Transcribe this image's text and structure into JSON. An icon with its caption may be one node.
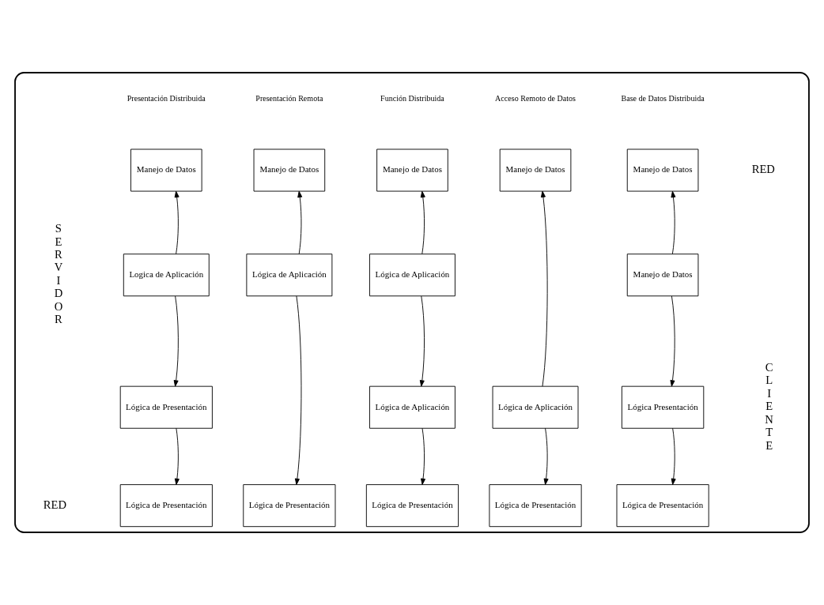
{
  "diagram": {
    "nodes": [
      {
        "text": [],
        "shape": "box"
      },
      {
        "text": [
          "Manejo de Datos"
        ],
        "in": 0
      },
      {
        "text": [
          "Logica de Aplicación"
        ],
        "in": 0
      },
      {
        "text": [
          "Lógica de Presentación"
        ],
        "in": 0
      },
      {
        "text": [
          "Lógica de Presentación"
        ],
        "in": 0
      },
      {
        "text": [
          "Manejo de Datos"
        ],
        "in": 0
      },
      {
        "text": [
          "Lógica de Aplicación"
        ],
        "in": 0
      },
      {
        "text": [
          "Lógica de Presentación"
        ],
        "in": 0
      },
      {
        "text": [
          "Manejo de Datos"
        ],
        "in": 0
      },
      {
        "text": [
          "Lógica de Aplicación"
        ],
        "in": 0
      },
      {
        "text": [
          "Lógica de Aplicación"
        ],
        "in": 0
      },
      {
        "text": [
          "Lógica de Presentación"
        ],
        "in": 0
      },
      {
        "text": [
          "Manejo de Datos"
        ],
        "in": 0
      },
      {
        "text": [
          "Lógica de Aplicación"
        ],
        "in": 0
      },
      {
        "text": [
          "Lógica de Presentación"
        ],
        "in": 0
      },
      {
        "text": [
          "Manejo de Datos"
        ],
        "in": 0
      },
      {
        "text": [
          "Manejo de Datos"
        ],
        "in": 0
      },
      {
        "text": [
          "Lógica Presentación"
        ],
        "in": 0
      },
      {
        "text": [
          "Lógica de Presentación"
        ],
        "in": 0
      }
    ],
    "edges": [
      {
        "from": 2,
        "to": 1,
        "arrow": "to"
      },
      {
        "from": 2,
        "to": 3,
        "arrow": "to"
      },
      {
        "from": 3,
        "to": 4,
        "arrow": "to"
      },
      {
        "from": 6,
        "to": 5,
        "arrow": "to"
      },
      {
        "from": 6,
        "to": 7,
        "arrow": "to"
      },
      {
        "from": 9,
        "to": 8,
        "arrow": "to"
      },
      {
        "from": 9,
        "to": 10,
        "arrow": "to"
      },
      {
        "from": 10,
        "to": 11,
        "arrow": "to"
      },
      {
        "from": 13,
        "to": 12,
        "arrow": "to"
      },
      {
        "from": 13,
        "to": 14,
        "arrow": "to"
      },
      {
        "from": 16,
        "to": 15,
        "arrow": "to"
      },
      {
        "from": 16,
        "to": 17,
        "arrow": "to"
      },
      {
        "from": 17,
        "to": 18,
        "arrow": "to"
      }
    ],
    "labels": [
      "Presentación Distribuida",
      "Presentación Remota",
      "Función Distribuida",
      "Acceso Remoto de Datos",
      "Base de Datos Distribuida",
      "RED",
      "SERVIDOR",
      "CLIENTE",
      "RED"
    ]
  }
}
